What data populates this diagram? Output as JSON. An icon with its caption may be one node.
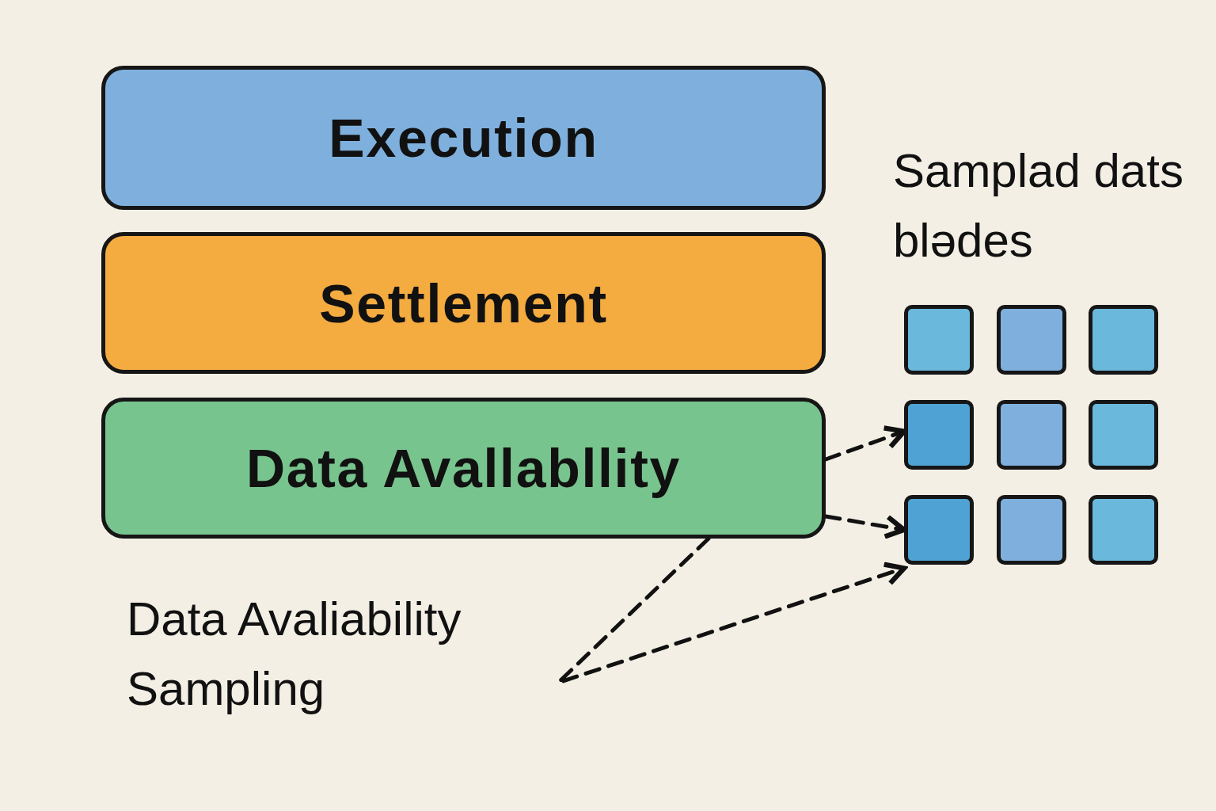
{
  "diagram": {
    "nodes": [
      {
        "text": [
          "Execution"
        ]
      },
      {
        "text": [
          "Settlement"
        ]
      },
      {
        "text": [
          "Data Avallabllity"
        ]
      },
      {
        "text": [],
        "shape": "box"
      },
      {
        "text": [],
        "shape": "box"
      },
      {
        "text": [],
        "shape": "box"
      },
      {
        "text": [],
        "shape": "box"
      },
      {
        "text": [],
        "shape": "box"
      },
      {
        "text": [],
        "shape": "box"
      },
      {
        "text": [],
        "shape": "box"
      },
      {
        "text": [],
        "shape": "box"
      },
      {
        "text": [],
        "shape": "box"
      }
    ],
    "edges": [
      {
        "from": 2,
        "to": 6,
        "arrow": "to",
        "style": "dashed"
      },
      {
        "from": 2,
        "to": 9,
        "arrow": "to",
        "style": "dashed"
      },
      {
        "from": 2,
        "to": 9,
        "arrow": "to",
        "style": "dashed"
      }
    ],
    "labels": [
      "Samplad dats blədes",
      "Data Avaliability Sampling"
    ]
  }
}
